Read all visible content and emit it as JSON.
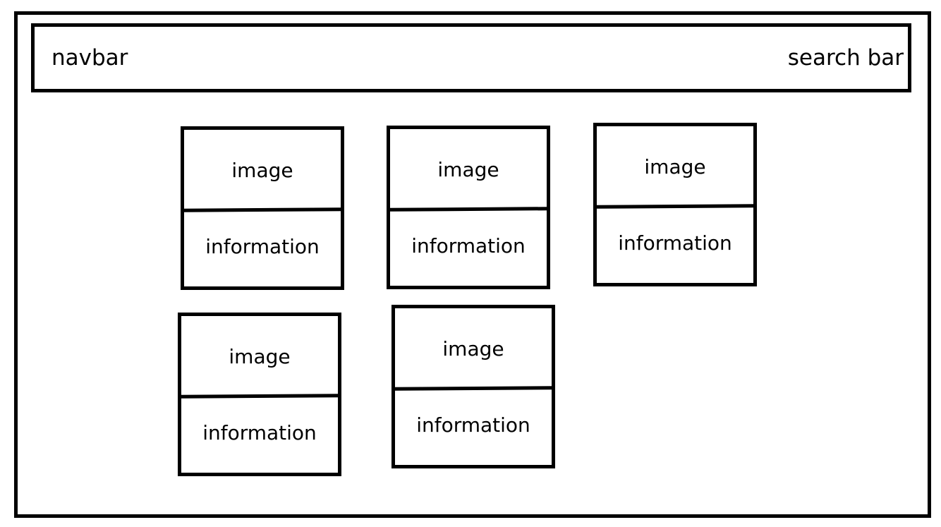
{
  "navbar": {
    "left_label": "navbar",
    "right_label": "search bar"
  },
  "cards": [
    {
      "image_label": "image",
      "info_label": "information"
    },
    {
      "image_label": "image",
      "info_label": "information"
    },
    {
      "image_label": "image",
      "info_label": "information"
    },
    {
      "image_label": "image",
      "info_label": "information"
    },
    {
      "image_label": "image",
      "info_label": "information"
    }
  ]
}
